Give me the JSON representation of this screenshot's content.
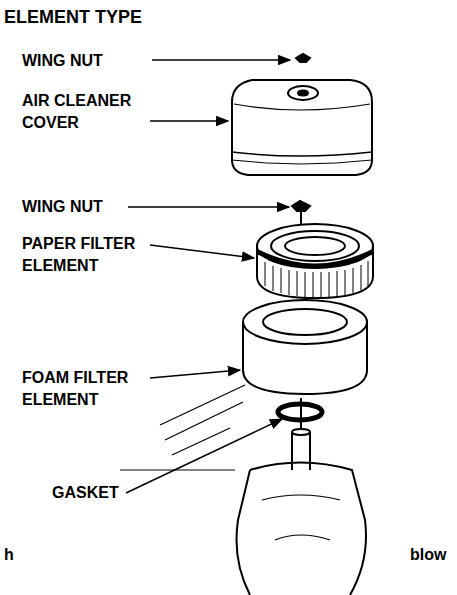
{
  "diagram": {
    "title": "ELEMENT TYPE",
    "labels": [
      "WING NUT",
      "AIR CLEANER COVER",
      "WING NUT",
      "PAPER FILTER ELEMENT",
      "FOAM FILTER ELEMENT",
      "GASKET",
      "h",
      "blow"
    ]
  }
}
